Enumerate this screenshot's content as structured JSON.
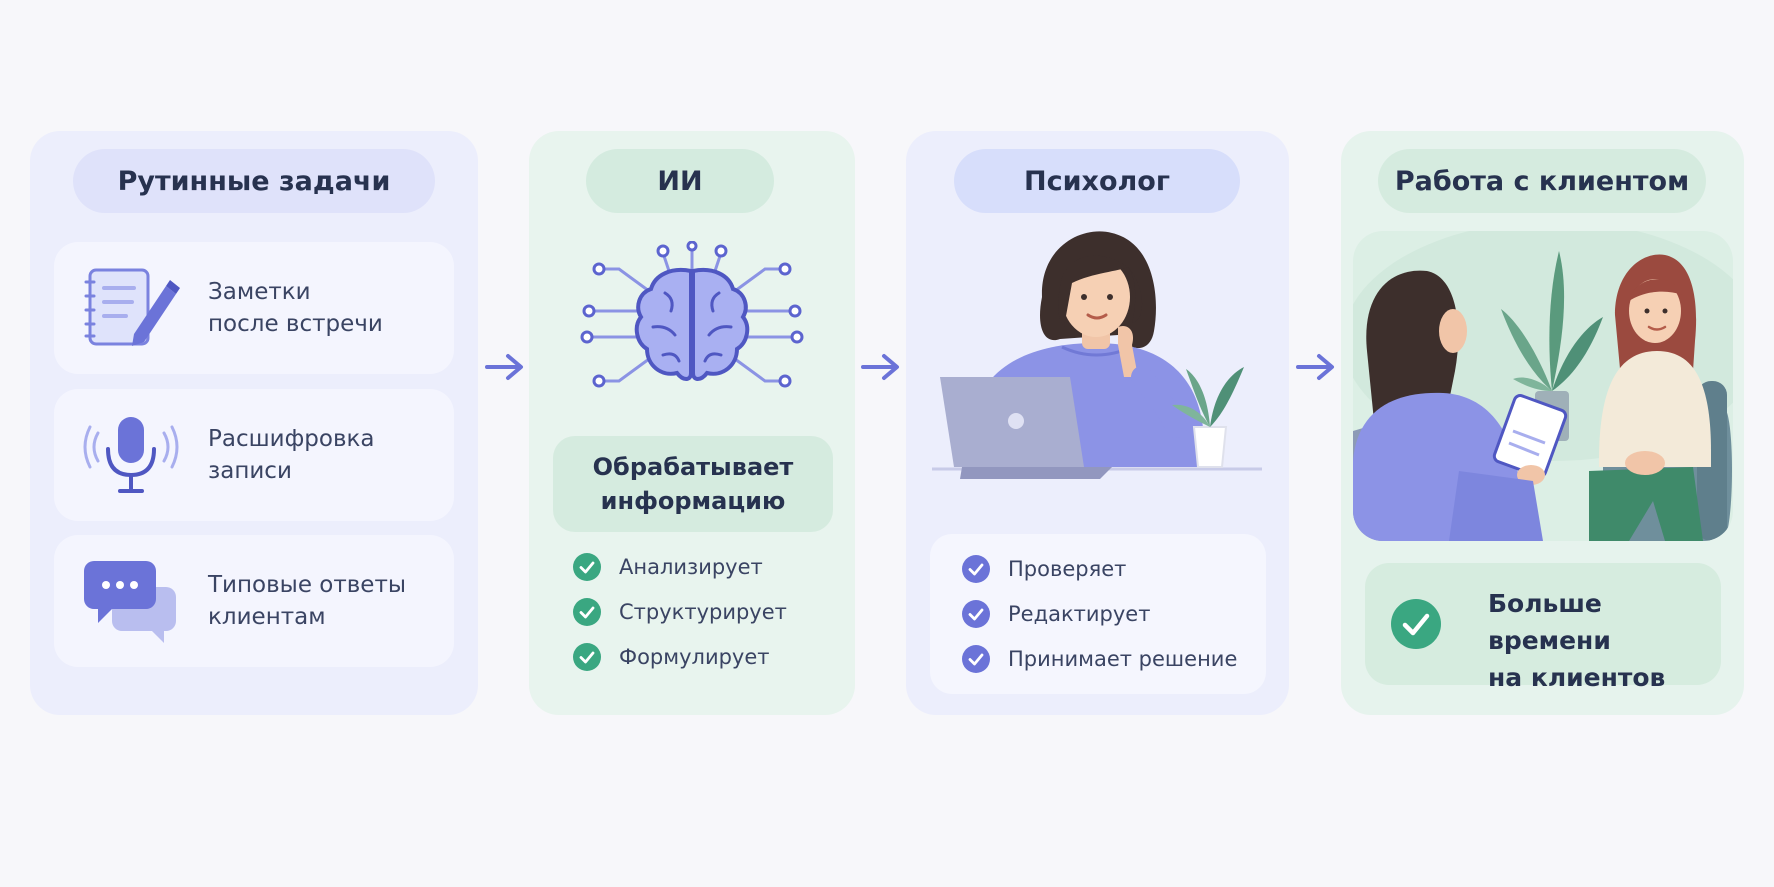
{
  "colors": {
    "indigo": "#6b73d8",
    "green": "#3aa781",
    "panel_blue": "#eceefc",
    "panel_green": "#e8f4ee"
  },
  "routine": {
    "title": "Рутинные задачи",
    "tasks": [
      {
        "icon": "notes-icon",
        "lines": [
          "Заметки",
          "после встречи"
        ]
      },
      {
        "icon": "microphone-icon",
        "lines": [
          "Расшифровка",
          "записи"
        ]
      },
      {
        "icon": "chat-bubbles-icon",
        "lines": [
          "Типовые ответы",
          "клиентам"
        ]
      }
    ]
  },
  "ai": {
    "title": "ИИ",
    "icon": "brain-network-icon",
    "process_lines": [
      "Обрабатывает",
      "информацию"
    ],
    "checks": [
      "Анализирует",
      "Структурирует",
      "Формулирует"
    ]
  },
  "psychologist": {
    "title": "Психолог",
    "illustration": "psychologist-at-laptop-illustration",
    "checks": [
      "Проверяет",
      "Редактирует",
      "Принимает решение"
    ]
  },
  "client_work": {
    "title": "Работа с клиентом",
    "illustration": "therapy-session-illustration",
    "benefit_lines": [
      "Больше времени",
      "на клиентов"
    ]
  }
}
